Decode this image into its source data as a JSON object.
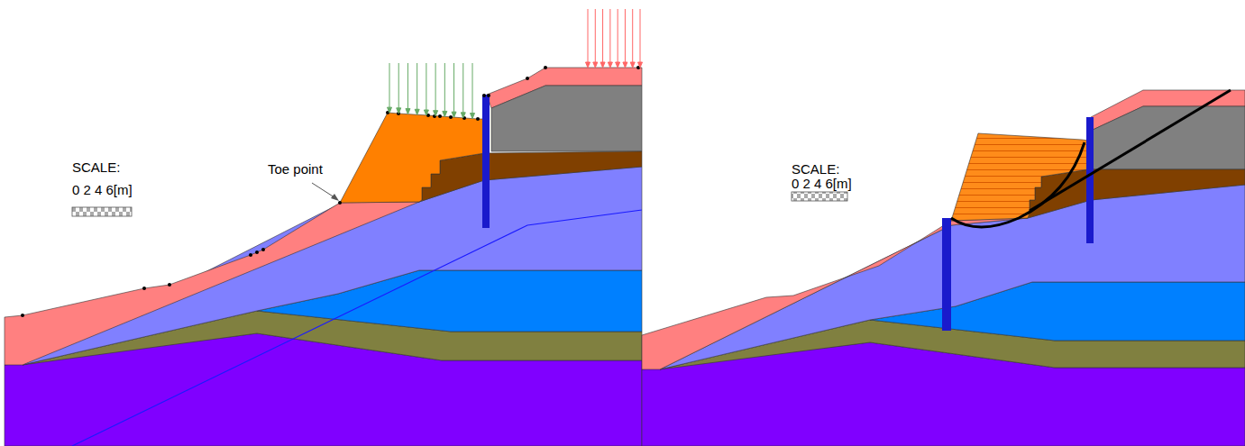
{
  "diagram": {
    "labels": [
      "SCALE:",
      "0 2 4 6[m]",
      "Toe point",
      "SCALE:",
      "0 2 4 6[m]"
    ]
  }
}
